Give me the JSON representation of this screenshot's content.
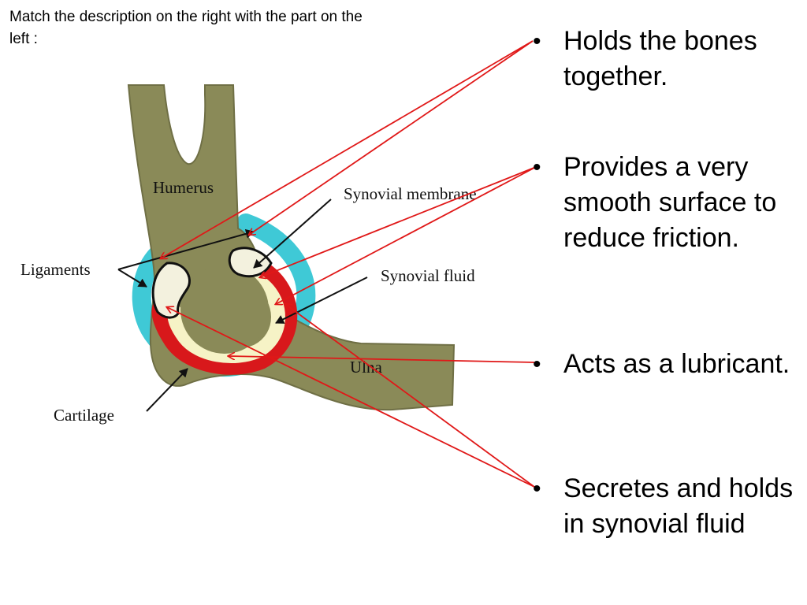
{
  "instruction": "Match the description on the right with the part on the left :",
  "diagram": {
    "labels": {
      "humerus": "Humerus",
      "synovial_membrane": "Synovial membrane",
      "ligaments": "Ligaments",
      "synovial_fluid": "Synovial fluid",
      "cartilage": "Cartilage",
      "ulna": "Ulna"
    },
    "colors": {
      "bone": "#8a8a58",
      "ligament": "#3fc9d6",
      "cartilage": "#f6f3c6",
      "synovial_membrane": "#d8181b",
      "match_line": "#e01818"
    }
  },
  "descriptions": [
    {
      "bullet": "•",
      "text": "Holds the bones together."
    },
    {
      "bullet": "•",
      "text": "Provides a very smooth surface to reduce friction."
    },
    {
      "bullet": "•",
      "text": "Acts as a lubricant."
    },
    {
      "bullet": "•",
      "text": "Secretes and holds in synovial fluid"
    }
  ]
}
